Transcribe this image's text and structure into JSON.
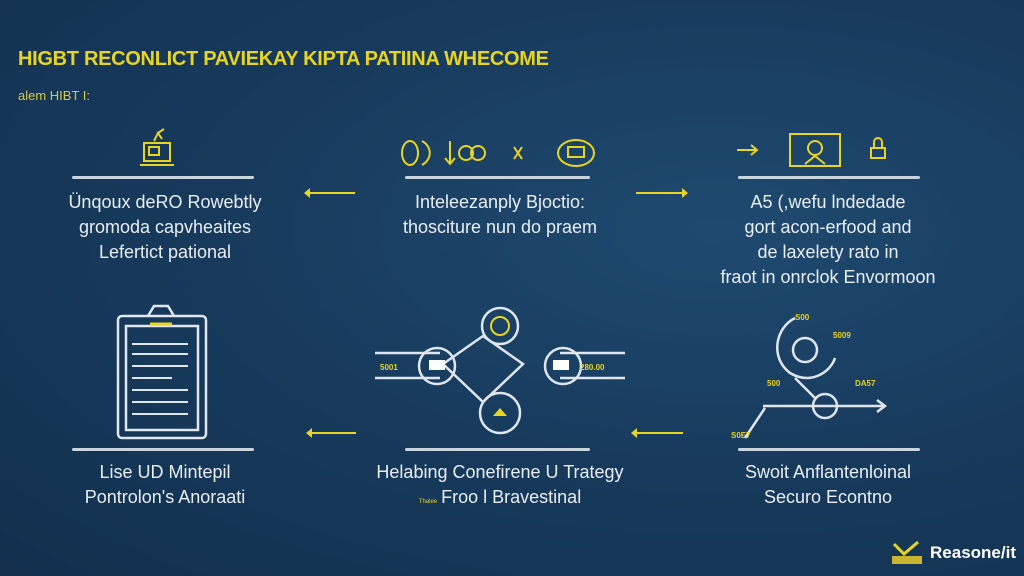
{
  "header": {
    "title": "HIGBT RECONLICT PAVIEKAY KIPTA PATIINA WHECOME",
    "subtitle": "alem HIBT I:"
  },
  "steps": [
    {
      "lines": [
        "Ünqoux deRO Rowebtly",
        "gromoda capvheaites",
        "Lefertict pational"
      ],
      "icon": "laptop-icon"
    },
    {
      "lines": [
        "Inteleezanply Bjoctio:",
        "thosciture nun do praem"
      ],
      "icon": "chain-link-icon"
    },
    {
      "lines": [
        "A5 (,wefu lndedade",
        "gort acon-erfood and",
        "de laxelety rato in",
        "fraot in onrclok Envormoon"
      ],
      "icon": "identity-lock-icon"
    },
    {
      "lines": [
        "Lise UD Mintepil",
        "Pontrolon's Anoraati"
      ],
      "icon": "clipboard-icon"
    },
    {
      "lines": [
        "Helabing Conefirene U Trategy",
        "Froo l Bravestinal"
      ],
      "small_prefix": "Thalee",
      "icon": "network-hub-icon",
      "labels": [
        "5001",
        "280.00"
      ]
    },
    {
      "lines": [
        "Swoit Anflantenloinal",
        "Securo Econtno"
      ],
      "icon": "flow-diagram-icon",
      "labels": [
        "S00",
        "5009",
        "500",
        "DA57",
        "S0E7"
      ]
    }
  ],
  "brand": {
    "name": "Reasone/it"
  },
  "colors": {
    "background": "#173a5c",
    "accent": "#e8d422",
    "text": "#e9eef3"
  }
}
